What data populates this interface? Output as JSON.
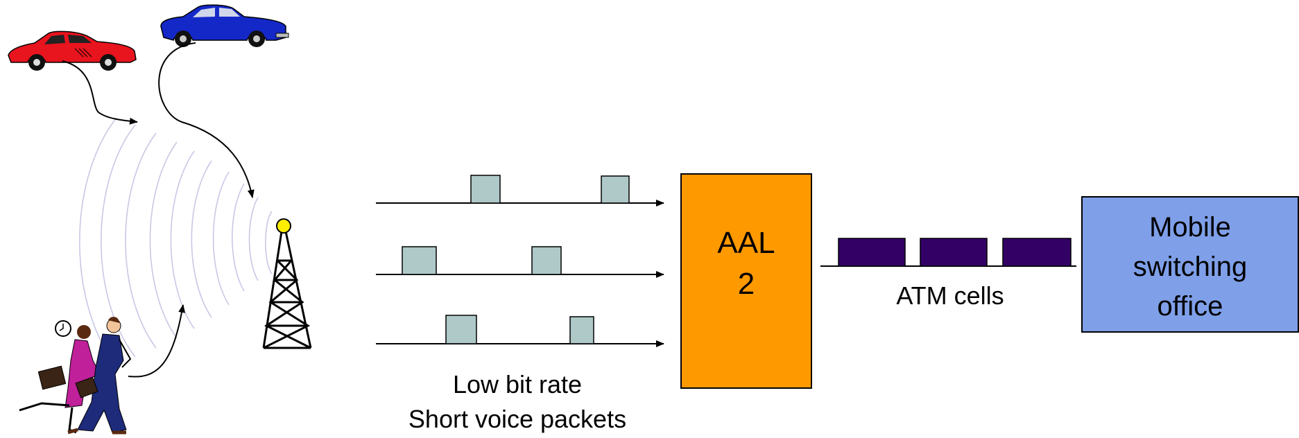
{
  "aal_box": {
    "line1": "AAL",
    "line2": "2",
    "color": "#FF9900"
  },
  "msc_box": {
    "line1": "Mobile",
    "line2": "switching",
    "line3": "office",
    "color": "#7F9FE8"
  },
  "atm_label": "ATM cells",
  "input_caption": {
    "line1": "Low bit rate",
    "line2": "Short voice packets"
  },
  "colors": {
    "packet_fill": "#AFC8C8",
    "atm_cell_fill": "#330066",
    "wave_stroke": "#C8C8E6",
    "tower_light": "#FFEE00",
    "red_car": "#E8141E",
    "blue_car": "#1428C8",
    "woman_suit": "#C0209A",
    "man_suit": "#1E2A7A"
  },
  "icons": [
    "red-car-icon",
    "blue-car-icon",
    "running-people-icon",
    "radio-tower-icon",
    "radio-waves-icon"
  ],
  "input_lines": [
    {
      "packets": [
        {
          "pos": 1
        },
        {
          "pos": 2
        }
      ]
    },
    {
      "packets": [
        {
          "pos": 1
        },
        {
          "pos": 2
        }
      ]
    },
    {
      "packets": [
        {
          "pos": 1
        },
        {
          "pos": 2
        }
      ]
    }
  ]
}
